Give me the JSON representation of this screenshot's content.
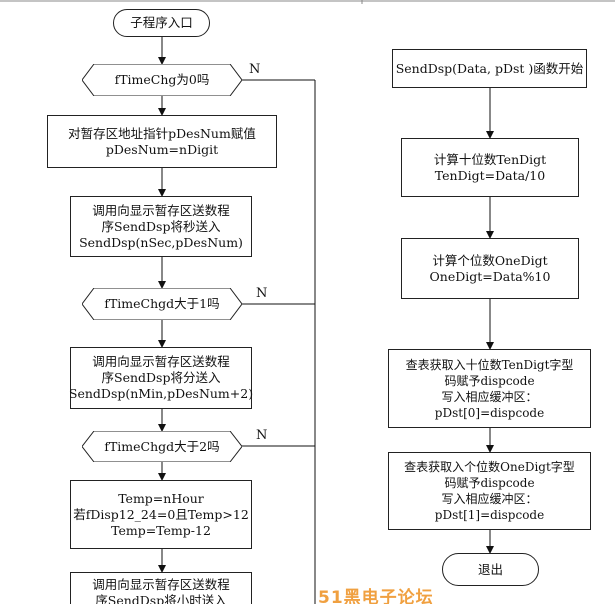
{
  "left": {
    "entry": "子程序入口",
    "q_time_chg": "fTimeChg为0吗",
    "assign_ptr": [
      "对暂存区地址指针pDesNum赋值",
      "pDesNum=nDigit"
    ],
    "send_sec": [
      "调用向显示暂存区送数程",
      "序SendDsp将秒送入",
      "SendDsp(nSec,pDesNum)"
    ],
    "q_gt1": "fTimeChgd大于1吗",
    "send_min": [
      "调用向显示暂存区送数程",
      "序SendDsp将分送入",
      "SendDsp(nMin,pDesNum+2)"
    ],
    "q_gt2": "fTimeChgd大于2吗",
    "hour_calc": [
      "Temp=nHour",
      "若fDisp12_24=0且Temp>12",
      "Temp=Temp-12"
    ],
    "send_hour": [
      "调用向显示暂存区送数程",
      "序SendDsp将小时送入"
    ],
    "no_label": "N"
  },
  "right": {
    "start": "SendDsp(Data, pDst )函数开始",
    "ten": [
      "计算十位数TenDigt",
      "TenDigt=Data/10"
    ],
    "one": [
      "计算个位数OneDigt",
      "OneDigt=Data%10"
    ],
    "lookup_ten": [
      "查表获取入十位数TenDigt字型",
      "码赋予dispcode",
      "写入相应缓冲区：",
      "pDst[0]=dispcode"
    ],
    "lookup_one": [
      "查表获取入个位数OneDigt字型",
      "码赋予dispcode",
      "写入相应缓冲区：",
      "pDst[1]=dispcode"
    ],
    "exit": "退出"
  },
  "watermark": "51黑电子论坛"
}
